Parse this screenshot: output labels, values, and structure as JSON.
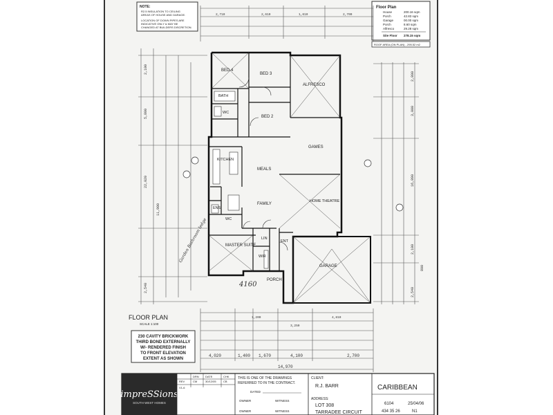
{
  "notes": {
    "title": "NOTE:",
    "line1": "R2.5 INSULATION TO CEILING",
    "line2": "AREAS OF HOUSE AND GARAGE.",
    "line3": "LOCATION OF DOWN PIPES ARE",
    "line4": "INDICATIVE ONLY & MAY BE",
    "line5": "CHANGED AT BUILDERS DISCRETION."
  },
  "areas": {
    "title": "Floor Plan",
    "rows": [
      {
        "label": "House",
        "value": "200.16 sqm"
      },
      {
        "label": "Porch",
        "value": "42.83 sqm"
      },
      {
        "label": "Garage",
        "value": "00.00 sqm"
      },
      {
        "label": "Porch",
        "value": "8.60 sqm"
      },
      {
        "label": "Alfresco",
        "value": "29.28 sqm"
      },
      {
        "label": "Site Floor",
        "value": "278.15 sqm"
      }
    ],
    "roof": "ROOF AREA (ON PLAN) - 295.52 m2"
  },
  "rooms": {
    "bed4": "BED 4",
    "bed3": "BED 3",
    "alfresco": "ALFRESCO",
    "bath": "BATH",
    "wc": "WC",
    "bed2": "BED 2",
    "games": "GAMES",
    "kitchen": "KITCHEN",
    "meals": "MEALS",
    "family": "FAMILY",
    "home_theatre": "HOME THEATRE",
    "ens": "ENS",
    "wc2": "WC",
    "lin": "LIN",
    "master_suite": "MASTER SUITE",
    "wir": "WIR",
    "ent": "ENT",
    "porch": "PORCH",
    "garage": "GARAGE"
  },
  "dims": {
    "top": [
      "2,710",
      "2,610",
      "1,610",
      "2,700"
    ],
    "left": [
      "2,100",
      "5,800",
      "22,020",
      "11,900",
      "2,540"
    ],
    "right": [
      "2,800",
      "3,000",
      "16,890",
      "2,100",
      "800",
      "2,540"
    ],
    "bottom_row1": [
      "1,200",
      "3,250",
      "4,810"
    ],
    "bottom_row2": [
      "4,020",
      "1,400",
      "1,670",
      "4,100",
      "2,700"
    ],
    "overall": "14,970"
  },
  "handwriting": {
    "h1": "4160",
    "h2": "Garden Bathroom ledge"
  },
  "floor_plan_label": "FLOOR PLAN",
  "scale": "SCALE 1:100",
  "brick_note": {
    "l1": "230 CAVITY BRICKWORK",
    "l2": "THIRD BOND EXTERNALLY",
    "l3": "W/- RENDERED FINISH",
    "l4": "TO FRONT ELEVATION",
    "l5": "EXTENT AS SHOWN"
  },
  "title_block": {
    "logo": "impreSSions",
    "logo_sub": "SOUTH WEST HOMES",
    "rev_headers": [
      "REV",
      "DRN",
      "DATE",
      "CHK"
    ],
    "rev_row": [
      "V1-6",
      "CM",
      "30/12/05",
      "CB"
    ],
    "note1": "THIS IS ONE OF THE DRAWINGS",
    "note2": "REFERRED TO IN THE CONTRACT.",
    "dated": "DATED",
    "owner1": "OWNER",
    "witness1": "WITNESS",
    "owner2": "OWNER",
    "witness2": "WITNESS",
    "client_label": "CLIENT:",
    "client": "R.J. BARR",
    "address_label": "ADDRESS:",
    "lot": "LOT 308",
    "street": "TARRADEE CIRCUIT",
    "design": "CARIBBEAN",
    "job": "6104",
    "date": "25/04/06",
    "sheet": "434 35 26",
    "sheet_no": "N1"
  }
}
